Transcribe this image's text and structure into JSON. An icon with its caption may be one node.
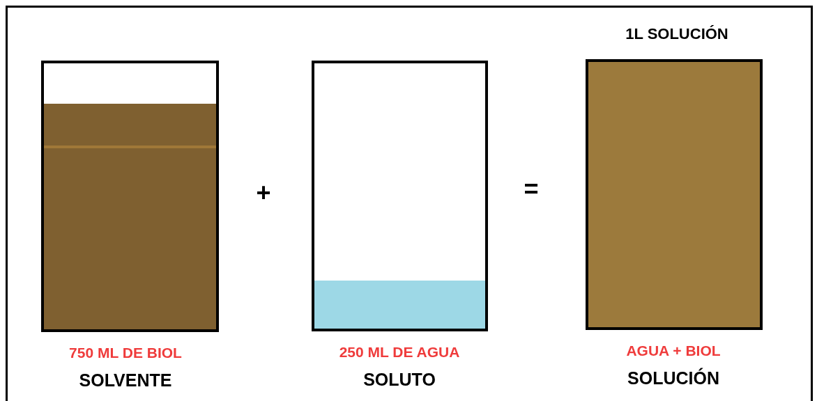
{
  "diagram": {
    "nodes": [
      {
        "text": [],
        "shape": "box",
        "beside": [
          "750 ML DE BIOL",
          "SOLVENTE"
        ]
      },
      {
        "text": [],
        "shape": "box",
        "beside": [
          "250 ML DE AGUA",
          "SOLUTO"
        ]
      },
      {
        "text": [],
        "shape": "box",
        "beside": [
          "AGUA + BIOL",
          "SOLUCIÓN"
        ]
      }
    ],
    "labels": [
      "1L SOLUCIÓN",
      "+",
      "="
    ]
  }
}
